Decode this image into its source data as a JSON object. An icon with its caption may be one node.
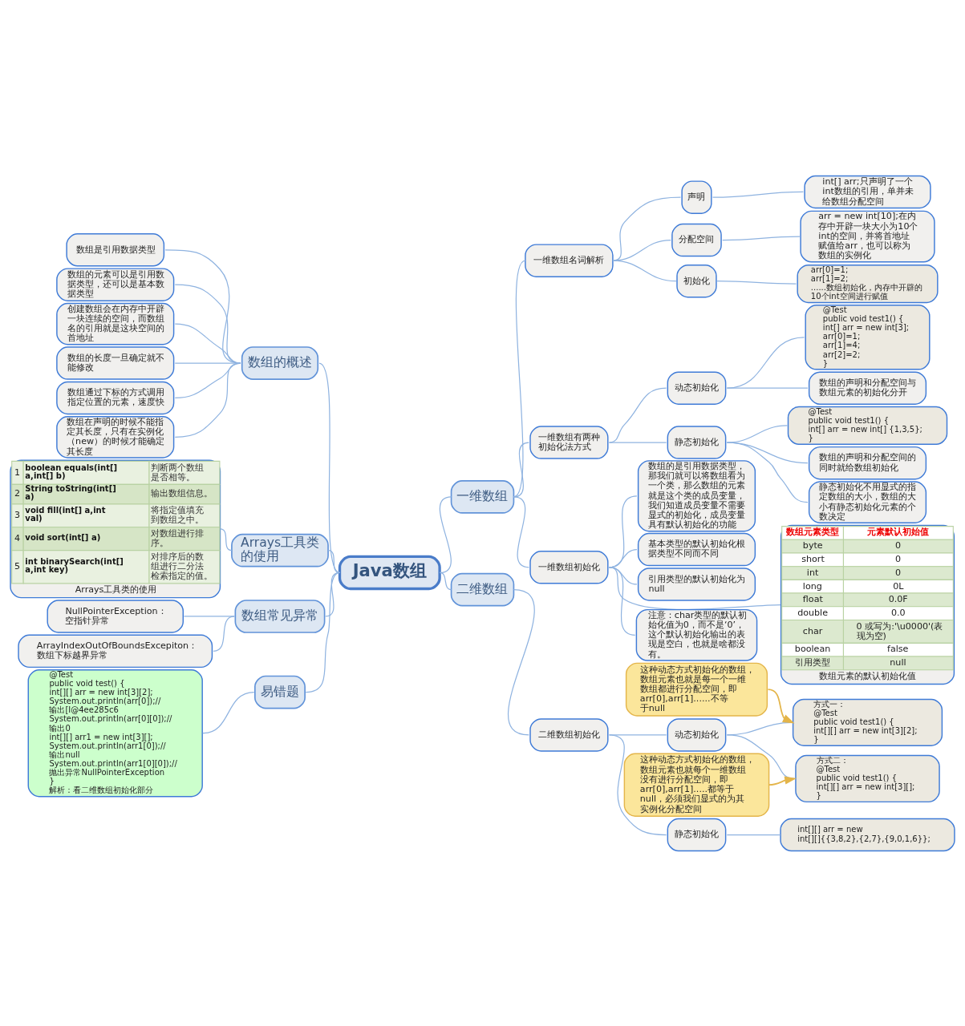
{
  "diagram": {
    "nodes": [
      {
        "text": [
          "Java数组"
        ]
      },
      {
        "text": [
          "数组的概述"
        ]
      },
      {
        "text": [
          "数组是引用数据类型"
        ]
      },
      {
        "text": [
          "数组的元素可以是引用数据类型，还可以是基本数据类型"
        ]
      },
      {
        "text": [
          "创建数组会在内存中开辟一块连续的空间，而数组名的引用就是这块空间的首地址"
        ]
      },
      {
        "text": [
          "数组的长度一旦确定就不能修改"
        ]
      },
      {
        "text": [
          "数组通过下标的方式调用指定位置的元素，速度快"
        ]
      },
      {
        "text": [
          "数组在声明的时候不能指定其长度，只有在实例化（new）的时候才能确定其长度"
        ]
      },
      {
        "text": [
          "一维数组"
        ]
      },
      {
        "text": [
          "一维数组名词解析"
        ]
      },
      {
        "text": [
          "声明"
        ]
      },
      {
        "text": [
          "int[] arr;只声明了一个int数组的引用，单并未给数组分配空间"
        ]
      },
      {
        "text": [
          "分配空间"
        ]
      },
      {
        "text": [
          "arr = new int[10];在内存中开辟一块大小为10个int的空间，并将首地址赋值给arr，也可以称为数组的实例化"
        ]
      },
      {
        "text": [
          "初始化"
        ]
      },
      {
        "text": [
          "arr[0]=1;",
          "arr[1]=2;",
          "......数组初始化，内存中开辟的10个int空间进行赋值"
        ]
      },
      {
        "text": [
          "一维数组有两种初始化法方式"
        ]
      },
      {
        "text": [
          "动态初始化"
        ]
      },
      {
        "text": [
          "@Test",
          "public void test1() {",
          "int[] arr = new int[3];",
          "arr[0]=1;",
          "arr[1]=4;",
          "arr[2]=2;",
          "}"
        ]
      },
      {
        "text": [
          "数组的声明和分配空间与数组元素的初始化分开"
        ]
      },
      {
        "text": [
          "静态初始化"
        ]
      },
      {
        "text": [
          "@Test",
          "public void test1() {",
          "int[] arr = new int[] {1,3,5};",
          "}"
        ]
      },
      {
        "text": [
          "数组的声明和分配空间的同时就给数组初始化"
        ]
      },
      {
        "text": [
          "静态初始化不用显式的指定数组的大小，数组的大小有静态初始化元素的个数决定"
        ]
      },
      {
        "text": [
          "一维数组初始化"
        ]
      },
      {
        "text": [
          "数组的是引用数据类型，那我们就可以将数组看为一个类，那么数组的元素就是这个类的成员变量，我们知道成员变量不需要显式的初始化，成员变量具有默认初始化的功能"
        ]
      },
      {
        "text": [
          "基本类型的默认初始化根据类型不同而不同"
        ]
      },
      {
        "text": [
          "引用类型的默认初始化为null"
        ]
      },
      {
        "text": [
          "数组元素类型",
          "元素默认初始值",
          "byte",
          "0",
          "short",
          "0",
          "int",
          "0",
          "long",
          "0L",
          "float",
          "0.0F",
          "double",
          "0.0",
          "char",
          "0 或写为:'\\u0000'(表现为空)",
          "boolean",
          "false",
          "引用类型",
          "null",
          "数组元素的默认初始化值"
        ]
      },
      {
        "text": [
          "注意：char类型的默认初始化值为0，而不是‘0’，这个默认初始化输出的表现是空白，也就是啥都没有。"
        ]
      },
      {
        "text": [
          "二维数组"
        ]
      },
      {
        "text": [
          "二维数组初始化"
        ]
      },
      {
        "text": [
          "动态初始化"
        ]
      },
      {
        "text": [
          "这种动态方式初始化的数组，数组元素也就是每一个一维数组都进行分配空间，即arr[0],arr[1]......不等于null"
        ]
      },
      {
        "text": [
          "方式一：",
          "@Test",
          "public void test1() {",
          "int[][] arr = new int[3][2];",
          "}"
        ]
      },
      {
        "text": [
          "这种动态方式初始化的数组，数组元素也就每个一维数组没有进行分配空间，即arr[0],arr[1].....都等于null，必须我们显式的为其实例化分配空间"
        ]
      },
      {
        "text": [
          "方式二：",
          "@Test",
          "public void test1() {",
          "int[][] arr = new int[3][];",
          "}"
        ]
      },
      {
        "text": [
          "静态初始化"
        ]
      },
      {
        "text": [
          "int[][] arr = new int[][]{{3,8,2},{2,7},{9,0,1,6}};"
        ]
      },
      {
        "text": [
          "Arrays工具类的使用"
        ]
      },
      {
        "text": [
          "1",
          "boolean equals(int[] a,int[] b)",
          "判断两个数组是否相等。",
          "2",
          "String toString(int[] a)",
          "输出数组信息。",
          "3",
          "void fill(int[] a,int val)",
          "将指定值填充到数组之中。",
          "4",
          "void sort(int[] a)",
          "对数组进行排序。",
          "5",
          "int binarySearch(int[] a,int key)",
          "对排序后的数组进行二分法检索指定的值。",
          "Arrays工具类的使用"
        ]
      },
      {
        "text": [
          "数组常见异常"
        ]
      },
      {
        "text": [
          "NullPointerException：空指针异常"
        ]
      },
      {
        "text": [
          "ArrayIndexOutOfBoundsExcepiton：数组下标越界异常"
        ]
      },
      {
        "text": [
          "易错题"
        ]
      },
      {
        "text": [
          "@Test",
          "public void test() {",
          "int[][] arr = new int[3][2];",
          "System.out.println(arr[0]);//输出[I@4ee285c6",
          "System.out.println(arr[0][0]);//输出0",
          "int[][] arr1 = new int[3][];",
          "System.out.println(arr1[0]);//输出null",
          "System.out.println(arr1[0][0]);//抛出异常NullPointerException",
          "}",
          "解析：看二维数组初始化部分"
        ]
      }
    ],
    "edges": [
      {
        "from": 1,
        "to": 0,
        "arrow": "none"
      },
      {
        "from": 2,
        "to": 1,
        "arrow": "none"
      },
      {
        "from": 3,
        "to": 1,
        "arrow": "none"
      },
      {
        "from": 4,
        "to": 1,
        "arrow": "none"
      },
      {
        "from": 5,
        "to": 1,
        "arrow": "none"
      },
      {
        "from": 6,
        "to": 1,
        "arrow": "none"
      },
      {
        "from": 7,
        "to": 1,
        "arrow": "none"
      },
      {
        "from": 0,
        "to": 8,
        "arrow": "none"
      },
      {
        "from": 8,
        "to": 9,
        "arrow": "none"
      },
      {
        "from": 9,
        "to": 10,
        "arrow": "none"
      },
      {
        "from": 10,
        "to": 11,
        "arrow": "none"
      },
      {
        "from": 9,
        "to": 12,
        "arrow": "none"
      },
      {
        "from": 12,
        "to": 13,
        "arrow": "none"
      },
      {
        "from": 9,
        "to": 14,
        "arrow": "none"
      },
      {
        "from": 14,
        "to": 15,
        "arrow": "none"
      },
      {
        "from": 8,
        "to": 16,
        "arrow": "none"
      },
      {
        "from": 16,
        "to": 17,
        "arrow": "none"
      },
      {
        "from": 17,
        "to": 18,
        "arrow": "none"
      },
      {
        "from": 17,
        "to": 19,
        "arrow": "none"
      },
      {
        "from": 16,
        "to": 20,
        "arrow": "none"
      },
      {
        "from": 20,
        "to": 21,
        "arrow": "none"
      },
      {
        "from": 20,
        "to": 22,
        "arrow": "none"
      },
      {
        "from": 20,
        "to": 23,
        "arrow": "none"
      },
      {
        "from": 8,
        "to": 24,
        "arrow": "none"
      },
      {
        "from": 24,
        "to": 25,
        "arrow": "none"
      },
      {
        "from": 24,
        "to": 26,
        "arrow": "none"
      },
      {
        "from": 24,
        "to": 27,
        "arrow": "none"
      },
      {
        "from": 24,
        "to": 28,
        "arrow": "none"
      },
      {
        "from": 24,
        "to": 29,
        "arrow": "none"
      },
      {
        "from": 0,
        "to": 30,
        "arrow": "none"
      },
      {
        "from": 30,
        "to": 31,
        "arrow": "none"
      },
      {
        "from": 31,
        "to": 32,
        "arrow": "none"
      },
      {
        "from": 33,
        "to": 34,
        "arrow": "to",
        "color": "#e4b54a"
      },
      {
        "from": 32,
        "to": 34,
        "arrow": "none"
      },
      {
        "from": 35,
        "to": 36,
        "arrow": "to",
        "color": "#e4b54a"
      },
      {
        "from": 32,
        "to": 36,
        "arrow": "none"
      },
      {
        "from": 31,
        "to": 37,
        "arrow": "none"
      },
      {
        "from": 37,
        "to": 38,
        "arrow": "none"
      },
      {
        "from": 39,
        "to": 0,
        "arrow": "none"
      },
      {
        "from": 40,
        "to": 39,
        "arrow": "none"
      },
      {
        "from": 41,
        "to": 0,
        "arrow": "none"
      },
      {
        "from": 42,
        "to": 41,
        "arrow": "none"
      },
      {
        "from": 43,
        "to": 41,
        "arrow": "none"
      },
      {
        "from": 44,
        "to": 0,
        "arrow": "none"
      },
      {
        "from": 45,
        "to": 44,
        "arrow": "none"
      }
    ]
  }
}
